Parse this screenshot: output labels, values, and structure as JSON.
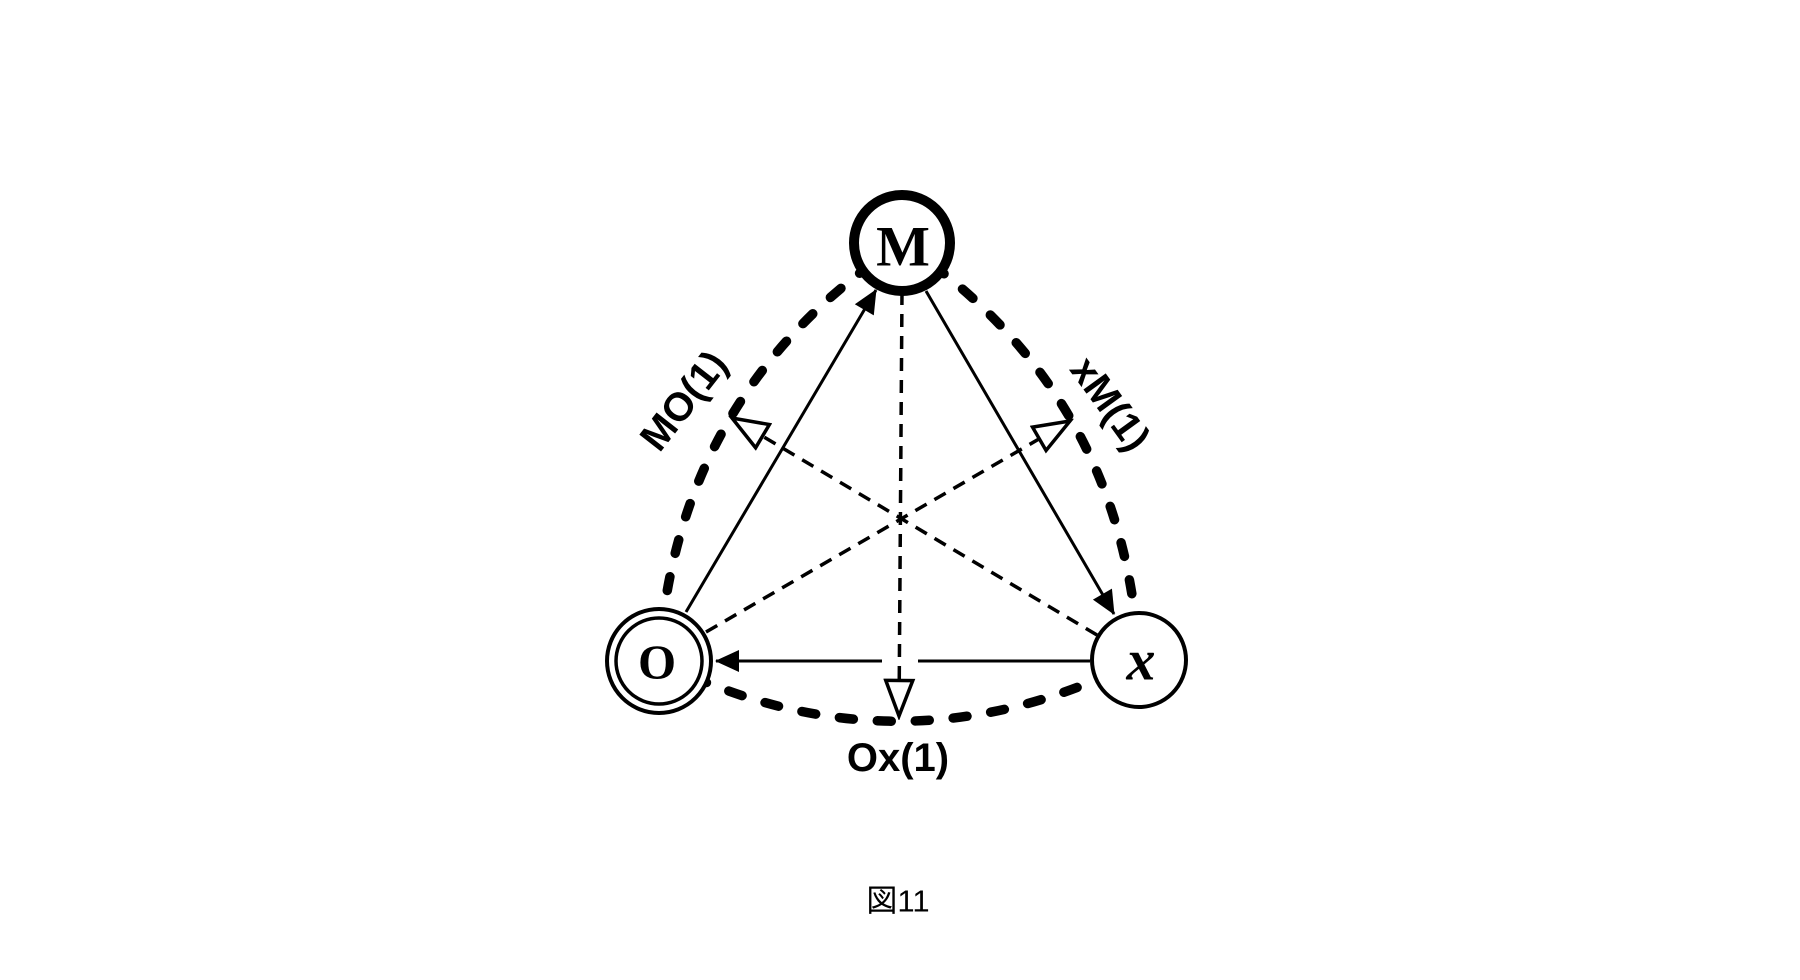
{
  "figure": {
    "caption": "図11",
    "nodes": [
      {
        "id": "M",
        "label": "M",
        "shape": "thick-circle",
        "position": "top"
      },
      {
        "id": "O",
        "label": "O",
        "shape": "double-circle",
        "position": "bottom-left"
      },
      {
        "id": "x",
        "label": "x",
        "shape": "plain-circle",
        "position": "bottom-right"
      }
    ],
    "arc_labels": [
      {
        "text": "MO(1)",
        "edge": "M-O",
        "side": "left"
      },
      {
        "text": "xM(1)",
        "edge": "x-M",
        "side": "right"
      },
      {
        "text": "Ox(1)",
        "edge": "O-x",
        "side": "bottom"
      }
    ],
    "edges": [
      {
        "between": [
          "M",
          "O"
        ],
        "style": "thick-dashed-arc",
        "label": "MO(1)"
      },
      {
        "between": [
          "x",
          "M"
        ],
        "style": "thick-dashed-arc",
        "label": "xM(1)"
      },
      {
        "between": [
          "O",
          "x"
        ],
        "style": "thick-dashed-arc",
        "label": "Ox(1)"
      },
      {
        "from": "O",
        "to": "M",
        "style": "thin-solid-arrow"
      },
      {
        "from": "M",
        "to": "x",
        "style": "thin-solid-arrow"
      },
      {
        "from": "x",
        "to": "O",
        "style": "thin-solid-arrow"
      },
      {
        "from": "M",
        "to": "arc-Ox",
        "style": "thin-dashed-open-arrow"
      },
      {
        "from": "x",
        "to": "arc-MO",
        "style": "thin-dashed-open-arrow"
      },
      {
        "from": "O",
        "to": "arc-xM",
        "style": "thin-dashed-open-arrow"
      }
    ],
    "colors": {
      "ink": "#000000",
      "background": "#ffffff"
    }
  }
}
